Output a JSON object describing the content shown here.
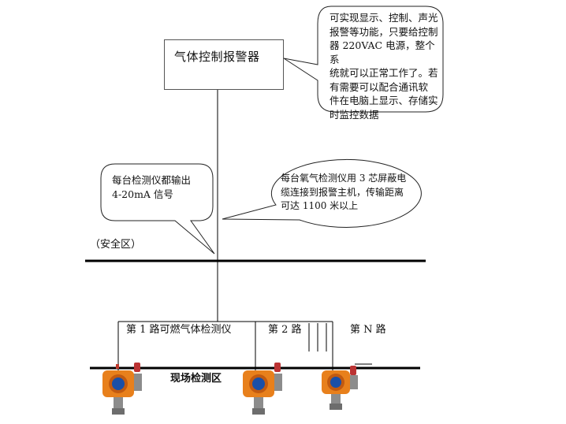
{
  "controller": {
    "title": "气体控制报警器"
  },
  "callouts": {
    "controller_note": {
      "lines": [
        "可实现显示、控制、声光",
        "报警等功能，只要给控制",
        "器 220VAC 电源，整个系",
        "统就可以正常工作了。若",
        "有需要可以配合通讯软",
        "件在电脑上显示、存储实",
        "时监控数据"
      ]
    },
    "signal_note": {
      "lines": [
        "每台检测仪都输出",
        "4-20mA 信号"
      ]
    },
    "cable_note": {
      "lines": [
        "每台氧气检测仪用 3 芯屏蔽电",
        "缆连接到报警主机，传输距离",
        "可达 1100 米以上"
      ]
    }
  },
  "zones": {
    "safe": "（安全区）",
    "field": "现场检测区"
  },
  "channels": {
    "ch1": "第 1 路可燃气体检测仪",
    "ch2": "第 2 路",
    "chn": "第 N 路"
  },
  "colors": {
    "line": "#000000",
    "device_body": "#e8801c",
    "device_accent": "#c25a10",
    "screen": "#1a4fa8",
    "gray": "#8c8c8c"
  }
}
